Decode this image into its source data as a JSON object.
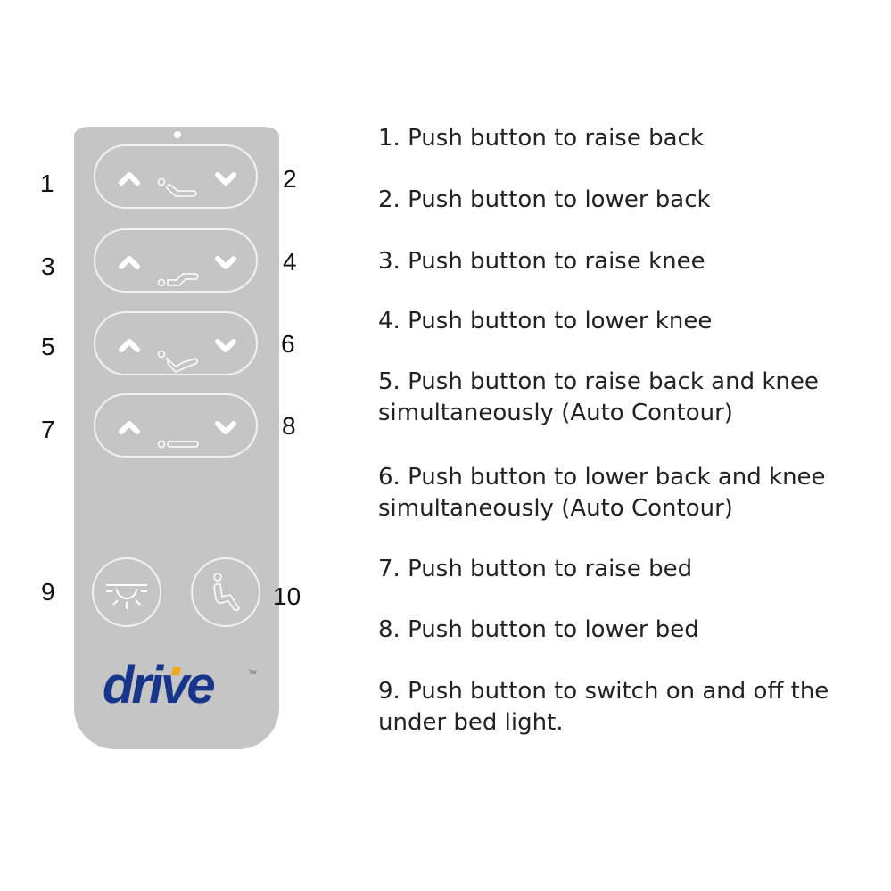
{
  "remote": {
    "brand": "drive",
    "colors": {
      "body": "#c5c5c5",
      "logo_blue": "#17358a",
      "logo_orange": "#f5a623"
    },
    "pills": [
      {
        "label_left": "1",
        "label_right": "2",
        "icon": "back-raise-icon"
      },
      {
        "label_left": "3",
        "label_right": "4",
        "icon": "knee-raise-icon"
      },
      {
        "label_left": "5",
        "label_right": "6",
        "icon": "auto-contour-icon"
      },
      {
        "label_left": "7",
        "label_right": "8",
        "icon": "bed-flat-icon"
      }
    ],
    "round_buttons": [
      {
        "label": "9",
        "icon": "under-bed-light-icon"
      },
      {
        "label": "10",
        "icon": "seated-person-icon"
      }
    ]
  },
  "instructions": [
    {
      "lines": [
        "1. Push button to raise back"
      ]
    },
    {
      "lines": [
        "2. Push button to lower back"
      ]
    },
    {
      "lines": [
        "3. Push button to raise knee"
      ]
    },
    {
      "lines": [
        "4. Push button to lower knee"
      ]
    },
    {
      "lines": [
        "5. Push button to raise back and knee",
        "simultaneously (Auto Contour)"
      ]
    },
    {
      "lines": [
        "6. Push button to lower back and knee",
        "simultaneously (Auto Contour)"
      ]
    },
    {
      "lines": [
        "7. Push button to raise bed"
      ]
    },
    {
      "lines": [
        "8. Push button to lower bed"
      ]
    },
    {
      "lines": [
        "9. Push button to switch on and off the",
        "under bed light."
      ]
    }
  ]
}
